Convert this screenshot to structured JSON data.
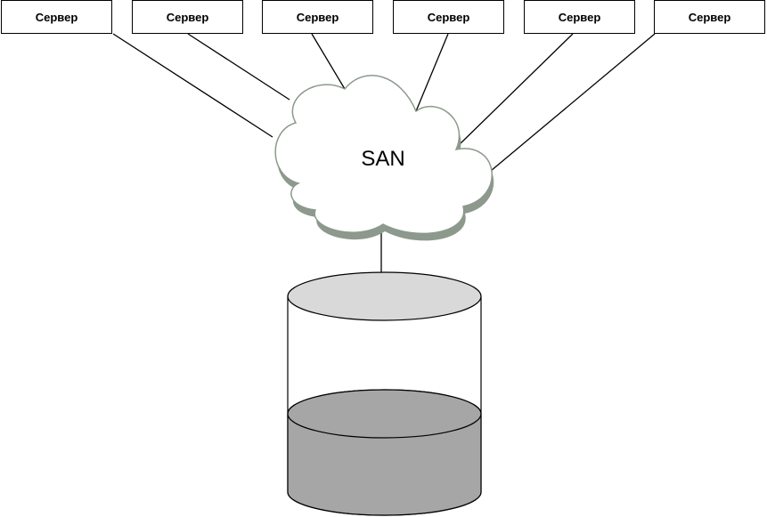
{
  "servers": [
    {
      "label": "Сервер"
    },
    {
      "label": "Сервер"
    },
    {
      "label": "Сервер"
    },
    {
      "label": "Сервер"
    },
    {
      "label": "Сервер"
    },
    {
      "label": "Сервер"
    }
  ],
  "network": {
    "label": "SAN"
  },
  "colors": {
    "lines": "#000000",
    "cloud_fill": "#ffffff",
    "cloud_shadow": "#8c998c",
    "storage_top": "#d9d9d9",
    "storage_fill": "#a6a6a6",
    "storage_body": "#ffffff"
  }
}
